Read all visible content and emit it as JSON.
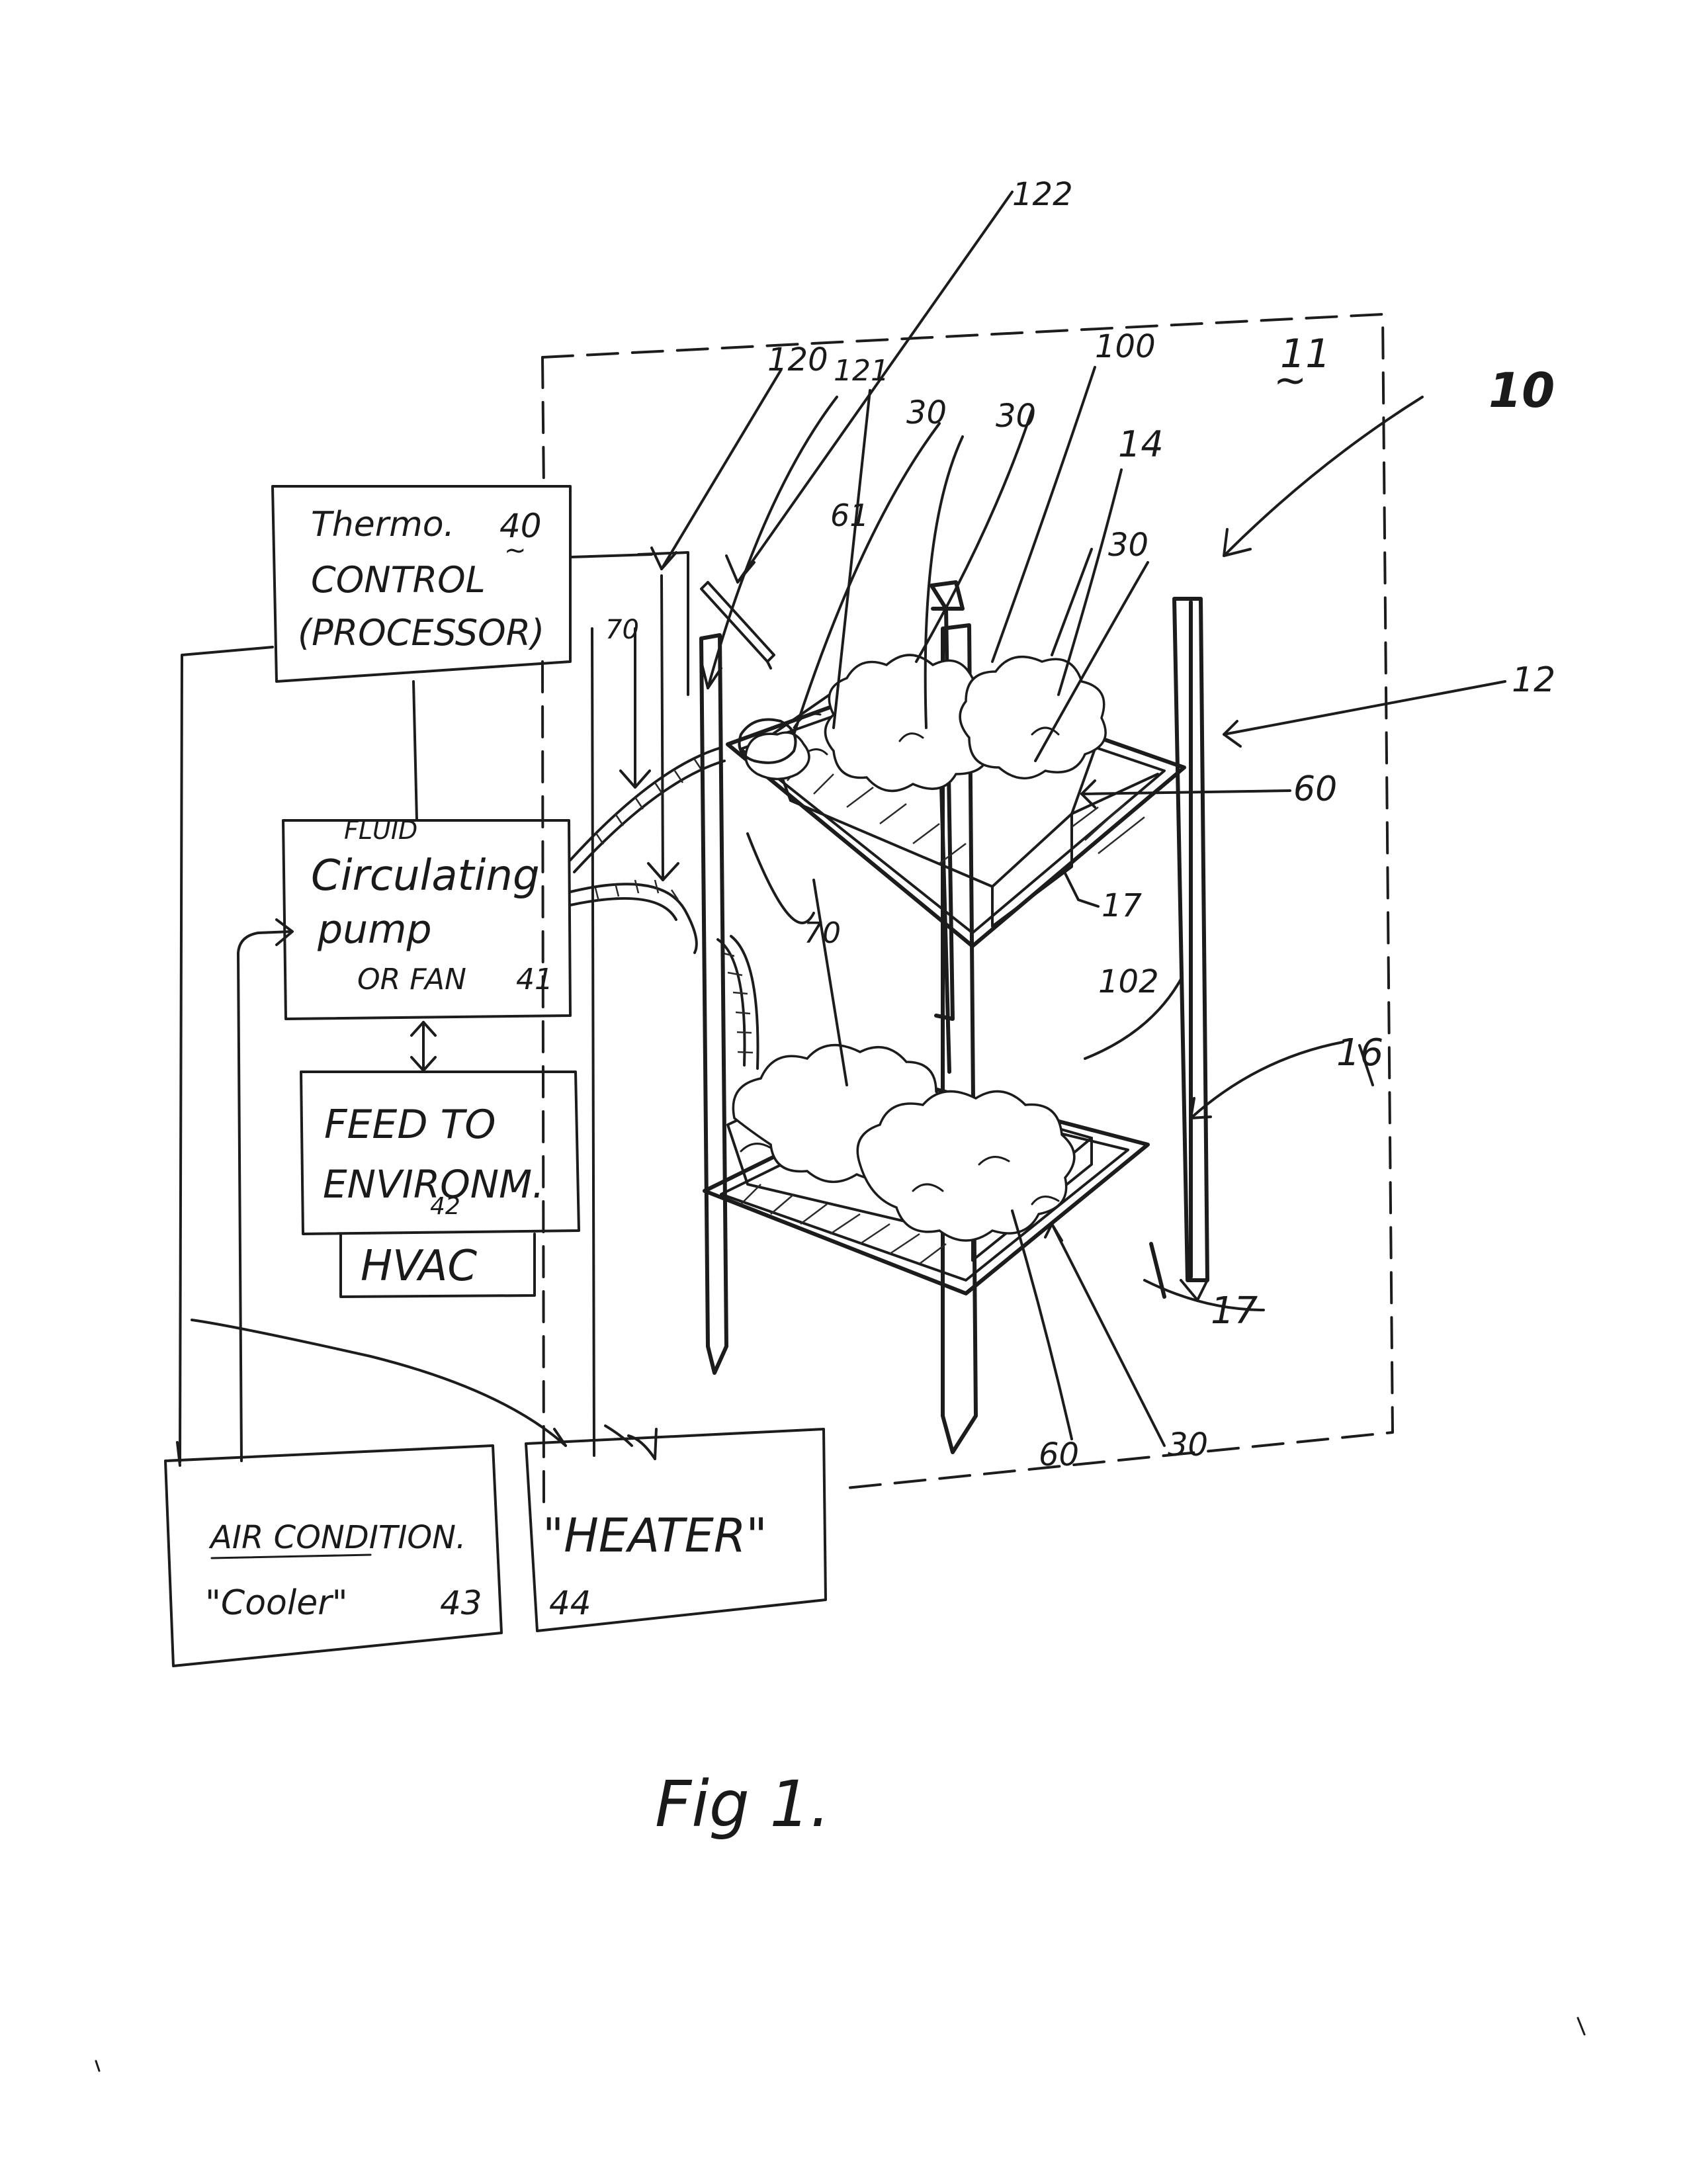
{
  "diagram": {
    "figure_label": "Fig 1.",
    "ref_system": "10",
    "ref_environment": "11",
    "ref_environment_tilde": "~",
    "boxes": {
      "controller": {
        "line1": "Thermo.",
        "ref": "40",
        "ref_tilde": "~",
        "line2": "CONTROL",
        "line3": "(PROCESSOR)"
      },
      "pump": {
        "line0": "FLUID",
        "line1": "Circulating",
        "line2": "pump",
        "line3": "OR FAN",
        "ref": "41"
      },
      "feed": {
        "line1": "FEED TO",
        "line2": "ENVIRONM.",
        "ref": "42",
        "line3": "HVAC"
      },
      "cooler": {
        "line1": "AIR CONDITION.",
        "line2": "\"Cooler\"",
        "ref": "43"
      },
      "heater": {
        "line1": "\"HEATER\"",
        "ref": "44"
      }
    },
    "callouts": {
      "c122": "122",
      "c120": "120",
      "c121": "121",
      "c100": "100",
      "c30a": "30",
      "c30b": "30",
      "c30c": "30",
      "c14": "14",
      "c61": "61",
      "c70a": "70",
      "c70b": "70",
      "c12": "12",
      "c60a": "60",
      "c17a": "17",
      "c102": "102",
      "c16": "16",
      "c17b": "17",
      "c60b": "60",
      "c30d": "30"
    }
  }
}
